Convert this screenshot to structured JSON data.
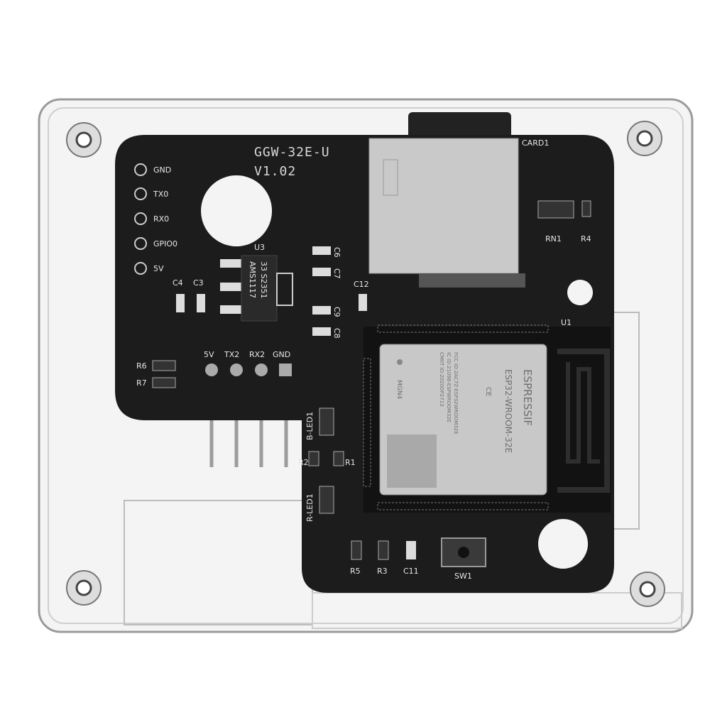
{
  "board": {
    "title": "GGW-32E-U",
    "version": "V1.02",
    "left_pins": [
      "GND",
      "TX0",
      "RX0",
      "GPIO0",
      "5V"
    ],
    "header_pins": [
      "5V",
      "TX2",
      "RX2",
      "GND"
    ],
    "labels": {
      "u3": "U3",
      "c4": "C4",
      "c3": "C3",
      "c6": "C6",
      "c7": "C7",
      "c9": "C9",
      "c8": "C8",
      "c12": "C12",
      "card1": "CARD1",
      "rn1": "RN1",
      "r4": "R4",
      "u1": "U1",
      "r6": "R6",
      "r7": "R7",
      "bled1": "B-LED1",
      "r2": "R2",
      "r1": "R1",
      "rled1": "R-LED1",
      "r5": "R5",
      "r3": "R3",
      "c11": "C11",
      "sw1": "SW1"
    },
    "regulator": [
      "AMS1117",
      "33 S2351"
    ]
  },
  "module": {
    "brand": "ESPRESSIF",
    "model": "ESP32-WROOM-32E",
    "fcc": "FCC ID:2AC7Z-ESP32WROOM32E",
    "ic": "IC ID:21098-ESPWROOM32E",
    "cmiit": "CMIIT ID:2020DP2713",
    "lot": "MGN4",
    "ce": "CE"
  },
  "colors": {
    "pcb": "#1c1c1c",
    "silkscreen": "#e6e6e6",
    "shield": "#c8c8c8",
    "acrylic": "#b0b0b0"
  }
}
